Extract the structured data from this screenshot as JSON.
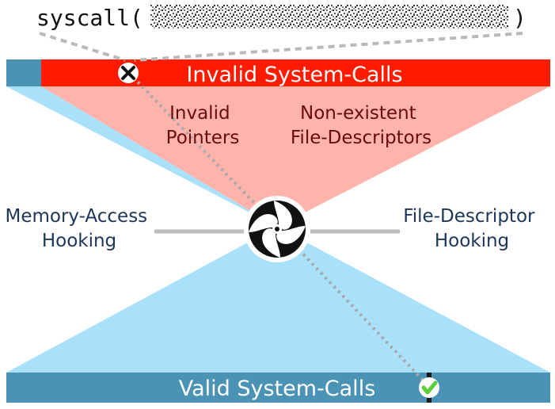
{
  "syscall": {
    "prefix": "syscall(",
    "suffix": ")"
  },
  "top_bar": {
    "label": "Invalid System-Calls",
    "icon": "x-mark-icon"
  },
  "bottom_bar": {
    "label": "Valid System-Calls",
    "icon": "checkmark-icon"
  },
  "funnel_labels": {
    "invalid_pointers": [
      "Invalid",
      "Pointers"
    ],
    "nonexistent_fds": [
      "Non-existent",
      "File-Descriptors"
    ]
  },
  "side_labels": {
    "memory_access": [
      "Memory-Access",
      "Hooking"
    ],
    "fd_hooking": [
      "File-Descriptor",
      "Hooking"
    ]
  },
  "center_icon": "vortex-icon",
  "colors": {
    "invalid_red": "#ff1a00",
    "invalid_pink": "#ffb3ab",
    "valid_blue": "#4a93b5",
    "valid_light": "#a9e1fb",
    "label_dark_red": "#6a0b0b",
    "label_navy": "#1d3557",
    "hook_gray": "#bdbdbd",
    "path_gray": "#b9b9b9"
  }
}
